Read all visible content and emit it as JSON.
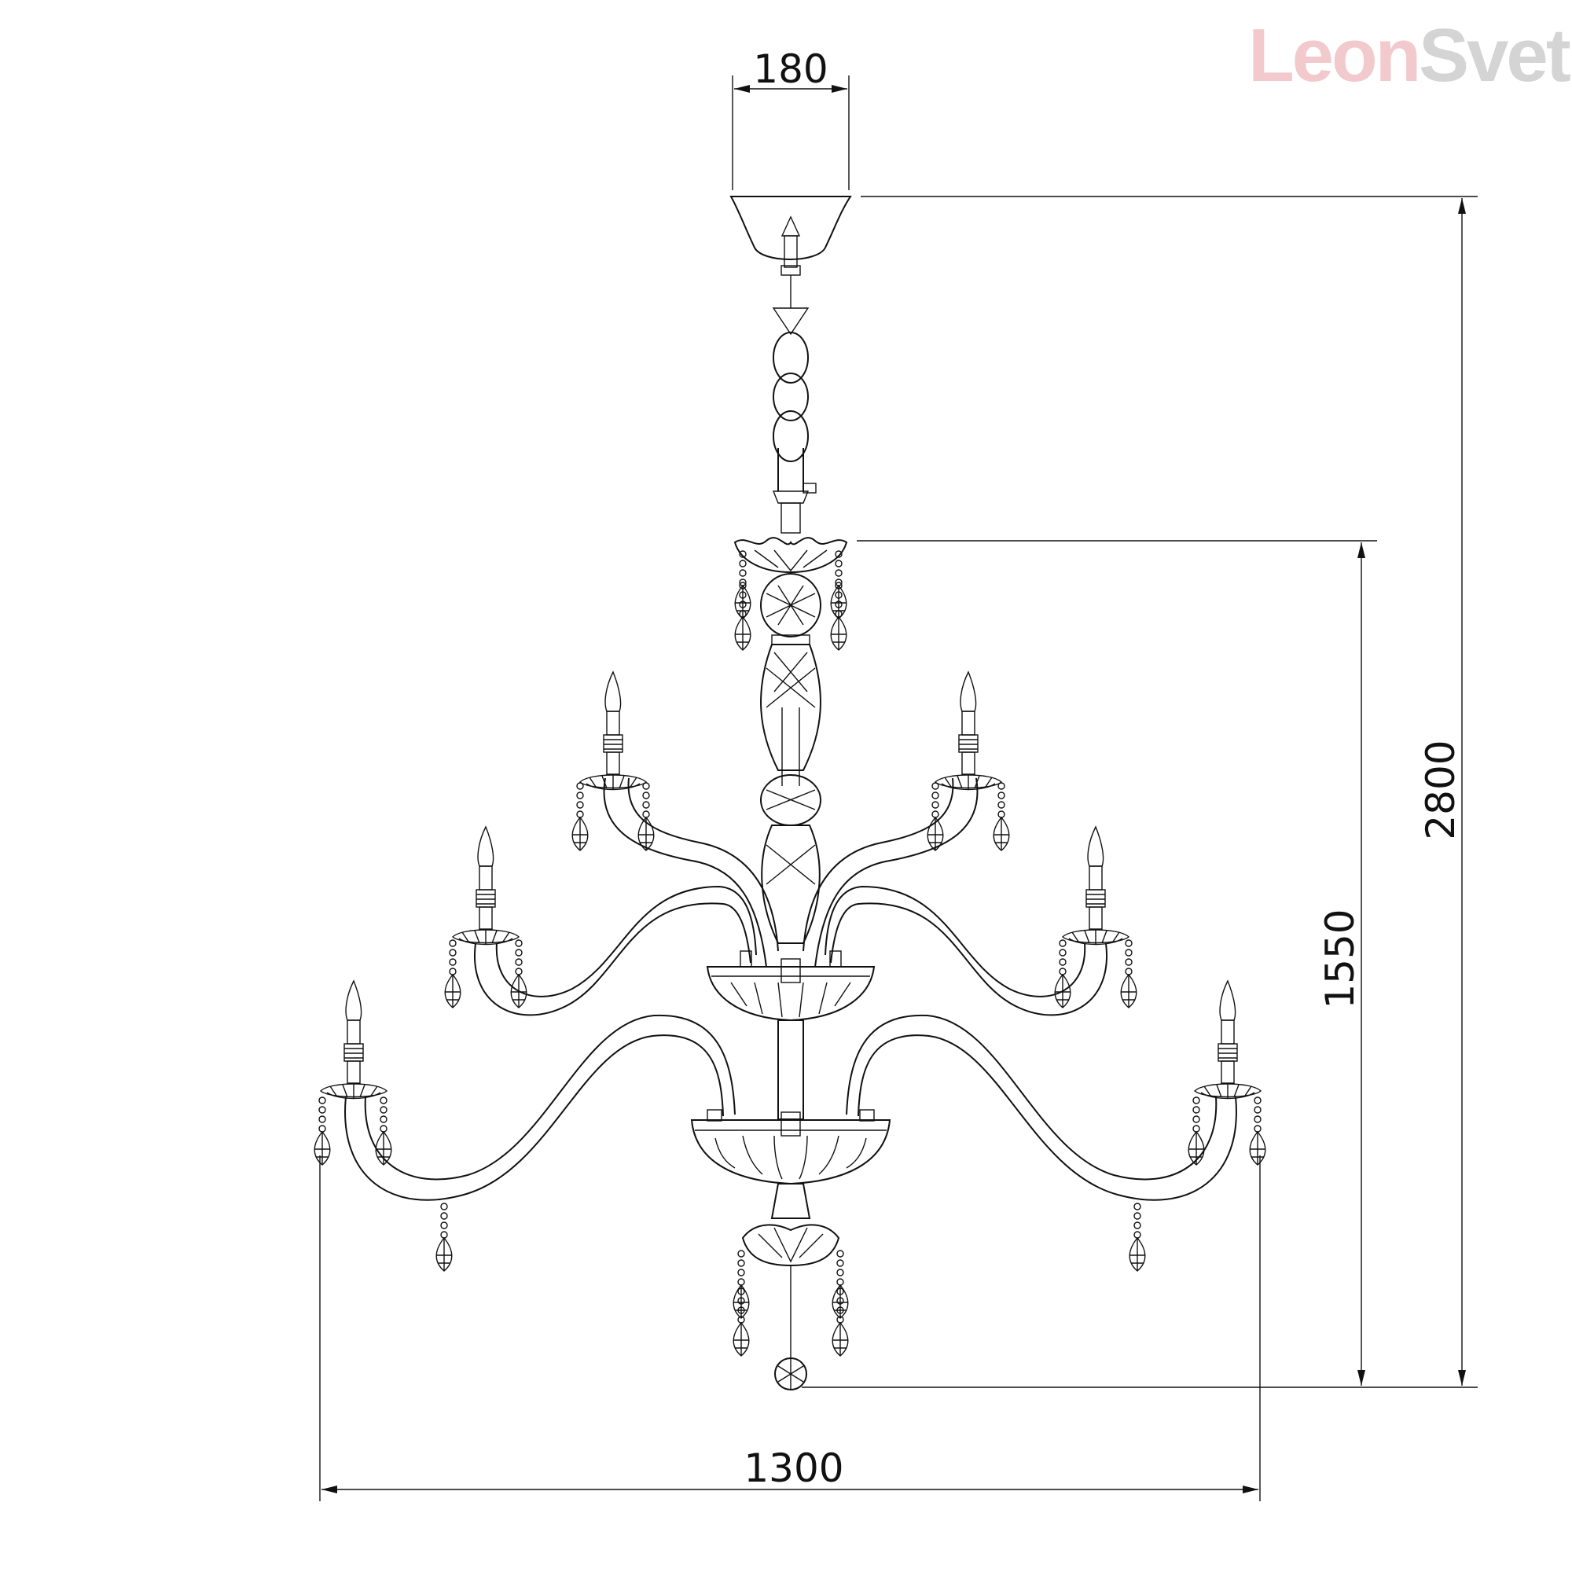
{
  "logo": {
    "part1": "Leon",
    "part2": "Svet",
    "color1": "#f2c9cc",
    "color2": "#d4d4d4"
  },
  "dimensions": {
    "canopy_width": "180",
    "total_height": "2800",
    "body_height": "1550",
    "total_width": "1300"
  },
  "line_color": "#111111"
}
